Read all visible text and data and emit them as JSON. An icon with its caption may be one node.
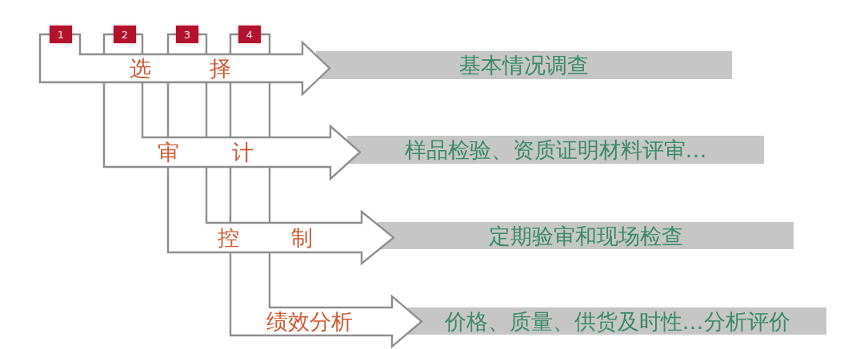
{
  "diagram": {
    "nodes": [
      {
        "text": [
          "1"
        ]
      },
      {
        "text": [
          "2"
        ]
      },
      {
        "text": [
          "3"
        ]
      },
      {
        "text": [
          "4"
        ]
      },
      {
        "text": [
          "选 择"
        ]
      },
      {
        "text": [
          "基本情况调查"
        ]
      },
      {
        "text": [
          "审 计"
        ]
      },
      {
        "text": [
          "样品检验、资质证明材料评审…"
        ]
      },
      {
        "text": [
          "控 制"
        ]
      },
      {
        "text": [
          "定期验审和现场检查"
        ]
      },
      {
        "text": [
          "绩效分析"
        ]
      },
      {
        "text": [
          "价格、质量、供货及时性…分析评价"
        ]
      }
    ]
  }
}
